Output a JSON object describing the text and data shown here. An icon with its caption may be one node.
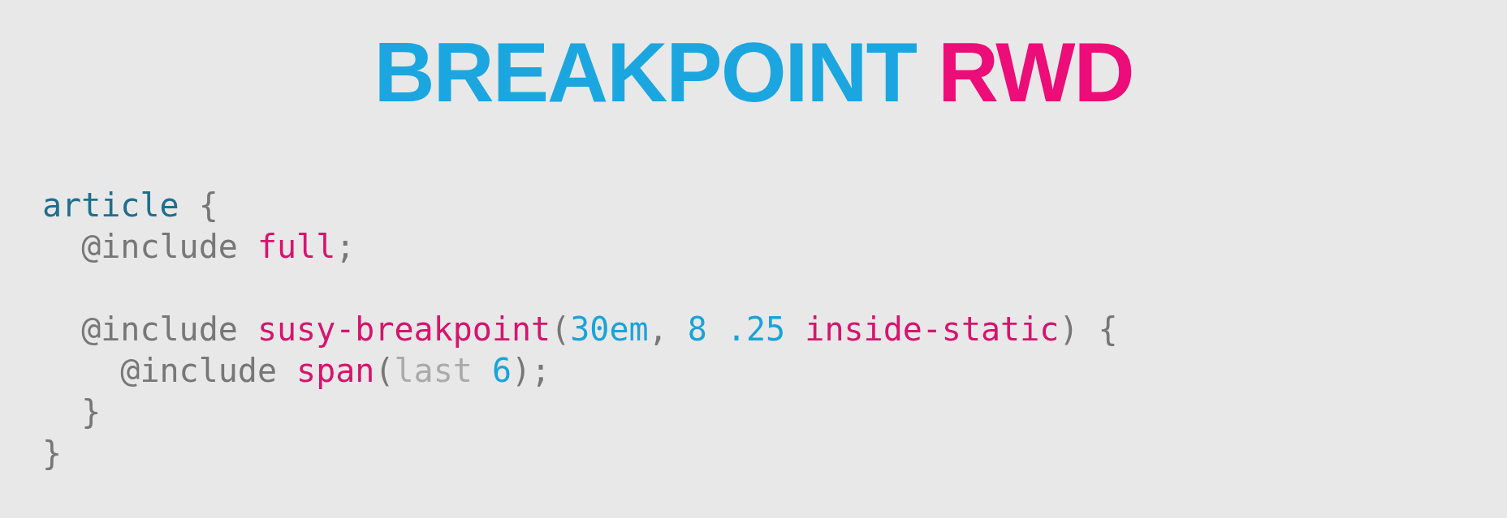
{
  "diagram": {
    "title": "BREAKPOINT RWD",
    "labels": [
      "article {",
      "  @include full;",
      "  @include susy-breakpoint(30em, 8 .25 inside-static) {",
      "    @include span(last 6);",
      "  }",
      "}"
    ]
  }
}
